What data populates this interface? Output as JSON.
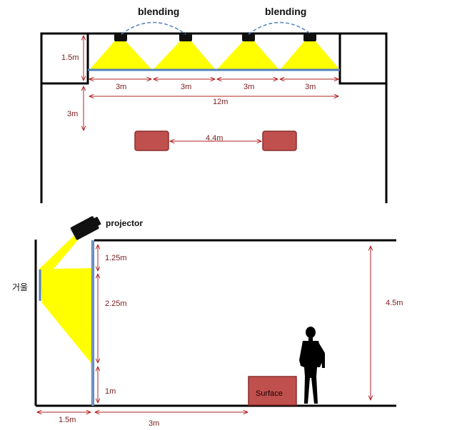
{
  "top_view": {
    "blending_labels": [
      "blending",
      "blending"
    ],
    "side_box_height": "1.5m",
    "segment_widths": [
      "3m",
      "3m",
      "3m",
      "3m"
    ],
    "total_width": "12m",
    "gap_to_surfaces": "3m",
    "surface_spacing": "4.4m"
  },
  "side_view": {
    "projector_label": "projector",
    "mirror_label": "거울",
    "height_segments": [
      "1.25m",
      "2.25m",
      "1m"
    ],
    "room_height": "4.5m",
    "surface_label": "Surface",
    "mirror_distance": "1.5m",
    "surface_distance": "3m"
  },
  "colors": {
    "projection_light": "#ffff00",
    "dimension_lines": "#b22222",
    "surface_fill": "#c0504d",
    "screen_line": "#4f81bd",
    "blend_arcs": "#4f81bd",
    "walls": "#000000"
  }
}
